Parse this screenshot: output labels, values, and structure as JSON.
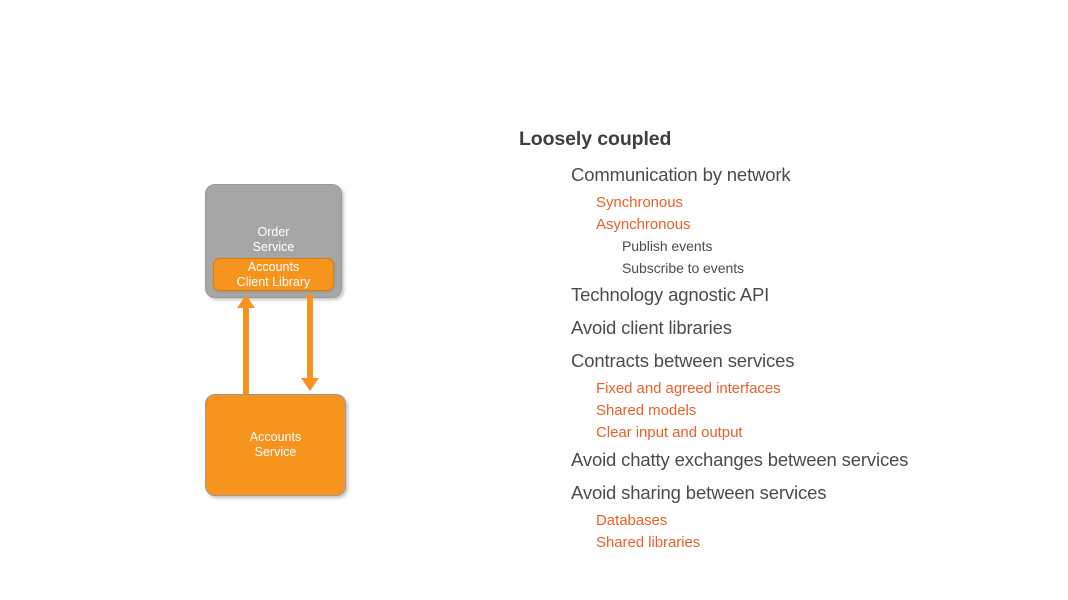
{
  "slide": {
    "background_color": "#ffffff",
    "accent_orange": "#f7941d",
    "text_orange": "#e8612b",
    "text_gray": "#4c4c4c",
    "title_gray": "#3f3f3f",
    "node_gray": "#a6a6a6"
  },
  "diagram": {
    "nodes": [
      {
        "id": "order-service",
        "label": "Order\nService",
        "fill": "#a6a6a6"
      },
      {
        "id": "accounts-client-library",
        "label": "Accounts\nClient Library",
        "fill": "#f7941d"
      },
      {
        "id": "accounts-service",
        "label": "Accounts\nService",
        "fill": "#f7941d"
      }
    ],
    "arrows": [
      {
        "id": "arrow-order-to-accounts",
        "from": "accounts-client-library",
        "to": "accounts-service",
        "direction": "down",
        "color": "#f7941d"
      },
      {
        "id": "arrow-accounts-to-order",
        "from": "accounts-service",
        "to": "accounts-client-library",
        "direction": "up",
        "color": "#f7941d"
      }
    ]
  },
  "outline": {
    "title": "Loosely coupled",
    "items": [
      {
        "level": 1,
        "text": "Communication by network"
      },
      {
        "level": 2,
        "text": "Synchronous"
      },
      {
        "level": 2,
        "text": "Asynchronous"
      },
      {
        "level": 3,
        "text": "Publish events"
      },
      {
        "level": 3,
        "text": "Subscribe to events"
      },
      {
        "level": 1,
        "text": "Technology agnostic API"
      },
      {
        "level": 1,
        "text": "Avoid client libraries"
      },
      {
        "level": 1,
        "text": "Contracts between services"
      },
      {
        "level": 2,
        "text": "Fixed and agreed interfaces"
      },
      {
        "level": 2,
        "text": "Shared models"
      },
      {
        "level": 2,
        "text": "Clear input and output"
      },
      {
        "level": 1,
        "text": "Avoid chatty exchanges between services"
      },
      {
        "level": 1,
        "text": "Avoid sharing between services"
      },
      {
        "level": 2,
        "text": "Databases"
      },
      {
        "level": 2,
        "text": "Shared libraries"
      }
    ]
  }
}
